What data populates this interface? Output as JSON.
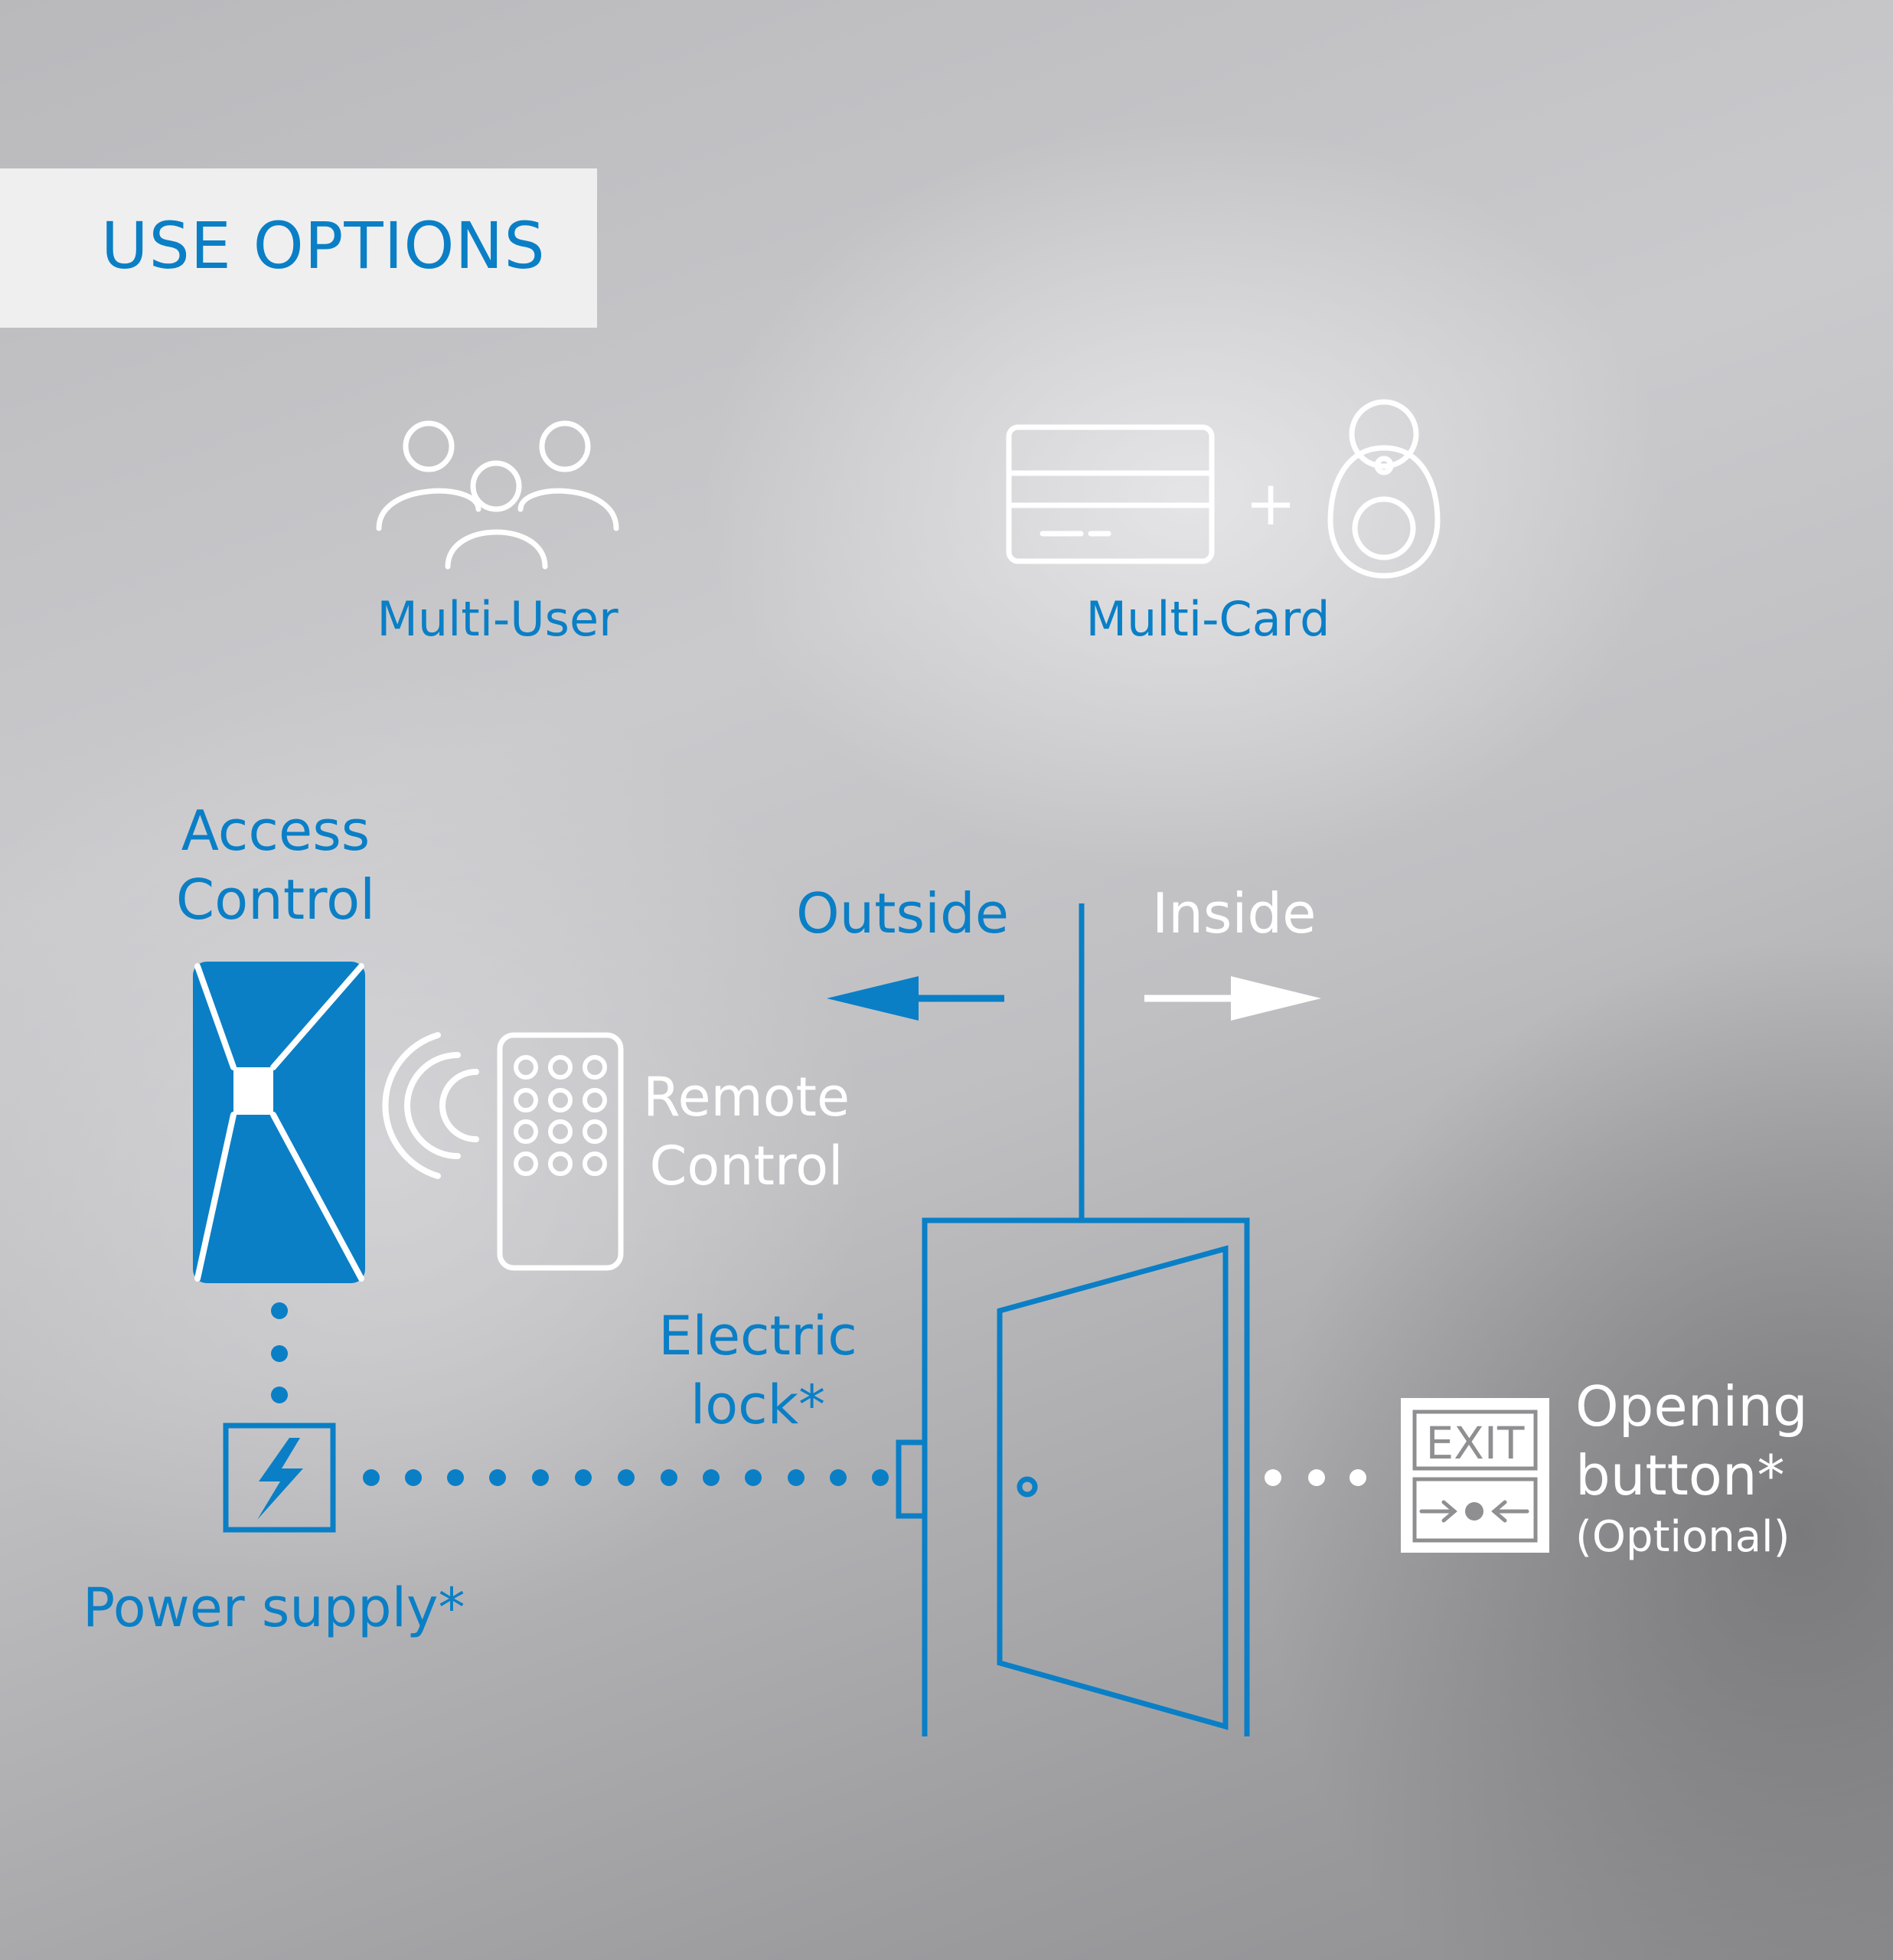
{
  "header": {
    "title": "USE OPTIONS"
  },
  "options": {
    "multi_user": "Multi-User",
    "multi_card": "Multi-Card",
    "plus": "+"
  },
  "diagram": {
    "access_control_line1": "Access",
    "access_control_line2": "Control",
    "remote_line1": "Remote",
    "remote_line2": "Control",
    "outside": "Outside",
    "inside": "Inside",
    "electric_line1": "Electric",
    "electric_line2": "lock*",
    "power_supply": "Power supply*",
    "exit_sign": "EXIT",
    "opening_line1": "Opening",
    "opening_line2": "button*",
    "opening_line3": "(Optional)"
  },
  "colors": {
    "accent": "#0a7fc6",
    "line": "#ffffff",
    "band": "#efefef"
  }
}
